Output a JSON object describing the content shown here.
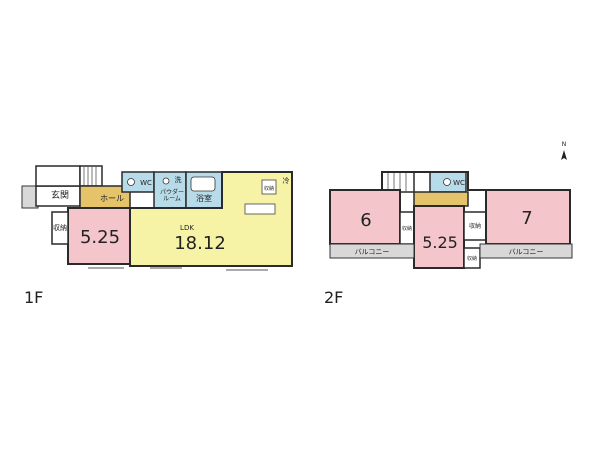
{
  "floor1": {
    "label": "1F",
    "genkan": "玄関",
    "wc": "WC",
    "hall": "ホール",
    "wash": "洗",
    "powder_room": "パウダー\nルーム",
    "bath": "浴室",
    "ldk_label": "LDK",
    "ldk_size": "18.12",
    "storage_kitchen": "収納",
    "fridge": "冷",
    "storage_left": "収納",
    "room_size": "5.25"
  },
  "floor2": {
    "label": "2F",
    "wc": "WC",
    "room_left_size": "6",
    "room_mid_size": "5.25",
    "room_right_size": "7",
    "storage_a": "収納",
    "storage_b": "収納",
    "storage_c": "収納",
    "balcony_left": "バルコニー",
    "balcony_right": "バルコニー"
  },
  "compass": "N",
  "colors": {
    "pink": "#f4c6cc",
    "yellow": "#f6f3a7",
    "tan": "#e4c36a",
    "blue": "#b7dbe9",
    "grey": "#d8d8d8",
    "wall": "#2a2a2a"
  }
}
